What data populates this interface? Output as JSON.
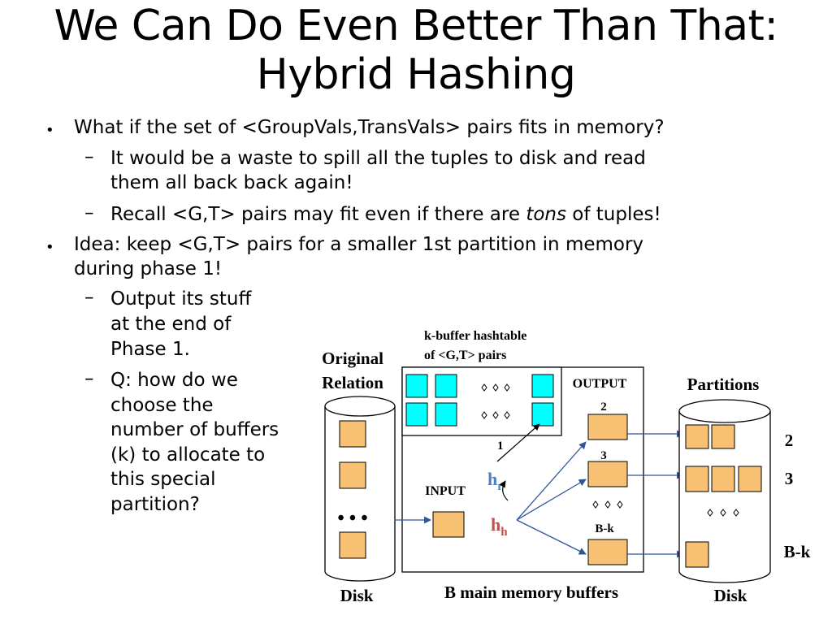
{
  "title": {
    "line1": "We Can Do Even Better Than That:",
    "line2": "Hybrid Hashing"
  },
  "bullets": {
    "b1": "What if the set of <GroupVals,TransVals> pairs fits in memory?",
    "b1_sub1_l1": "It would be a waste to spill all the tuples to disk and read",
    "b1_sub1_l2": "them all back back again!",
    "b1_sub2_pre": "Recall <G,T> pairs may fit even if there are ",
    "b1_sub2_em": "tons",
    "b1_sub2_post": " of tuples!",
    "b2_l1": "Idea: keep <G,T> pairs for a smaller 1st partition in memory",
    "b2_l2": "during phase 1!",
    "b2_sub1": [
      "Output its stuff",
      "at the end of",
      "Phase 1."
    ],
    "b2_sub2": [
      "Q: how do we",
      "choose the",
      "number of buffers",
      "(k) to allocate to",
      "this special",
      "partition?"
    ]
  },
  "diagram": {
    "original_relation": [
      "Original",
      "Relation"
    ],
    "hashtable_label": [
      "k-buffer hashtable",
      "of <G,T> pairs"
    ],
    "output_label": "OUTPUT",
    "partitions_label": "Partitions",
    "input_label": "INPUT",
    "one_label": "1",
    "buf2_label": "2",
    "buf3_label": "3",
    "bk_label": "B-k",
    "hr_main": "h",
    "hr_sub": "r",
    "hh_main": "h",
    "hh_sub": "h",
    "disk_left": "Disk",
    "memory_label": "B main memory buffers",
    "disk_right": "Disk",
    "part2": "2",
    "part3": "3",
    "partbk": "B-k",
    "ellipsis_big": "• • •",
    "colors": {
      "buffer": "#f7c073",
      "hashtable": "#00ffff",
      "arrow": "#2f5597",
      "hr": "#4f81bd",
      "hh": "#c0504d"
    }
  }
}
